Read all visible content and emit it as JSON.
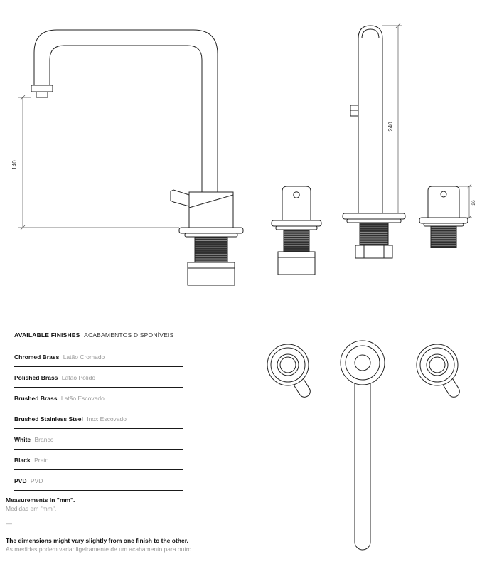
{
  "page": {
    "background": "#ffffff",
    "line_color": "#222222",
    "thread_color": "#2f2f2f"
  },
  "drawings": {
    "front_view": {
      "dim_height": "140"
    },
    "side_view": {
      "dim_height": "240"
    },
    "handle_side_view": {
      "dim_height": "26"
    }
  },
  "finishes": {
    "title_en": "AVAILABLE FINISHES",
    "title_pt": "ACABAMENTOS DISPONÍVEIS",
    "items": [
      {
        "en": "Chromed Brass",
        "pt": "Latão Cromado"
      },
      {
        "en": "Polished Brass",
        "pt": "Latão Polido"
      },
      {
        "en": "Brushed Brass",
        "pt": "Latão Escovado"
      },
      {
        "en": "Brushed Stainless Steel",
        "pt": "Inox Escovado"
      },
      {
        "en": "White",
        "pt": "Branco"
      },
      {
        "en": "Black",
        "pt": "Preto"
      },
      {
        "en": "PVD",
        "pt": "PVD"
      }
    ]
  },
  "notes": {
    "measure_en": "Measurements in \"mm\".",
    "measure_pt": "Medidas em \"mm\".",
    "dash": "—",
    "vary_en": "The dimensions might vary slightly from one finish to the other.",
    "vary_pt": "As medidas podem variar ligeiramente de um acabamento para outro."
  }
}
